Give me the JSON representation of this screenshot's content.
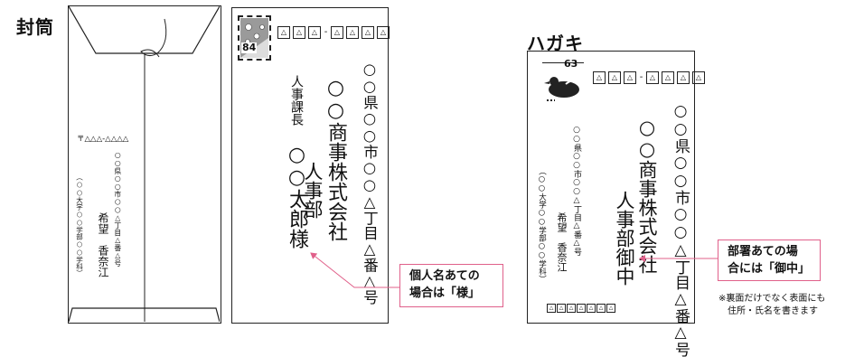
{
  "headings": {
    "envelope": "封筒",
    "postcard": "ハガキ"
  },
  "envelope_back": {
    "sender_zip": "〒△△△-△△△△",
    "sender_address": "○○県○○市○○△丁目△番△号",
    "sender_name": "希望　香奈江",
    "sender_affiliation": "（○○大学○○学部○○学科）"
  },
  "envelope_front": {
    "stamp_value": "84",
    "zip_cells": [
      "△",
      "△",
      "△",
      "-",
      "△",
      "△",
      "△",
      "△"
    ],
    "address": "○○県○○市○○△丁目△番△号",
    "company": "○○商事株式会社",
    "department": "人事部",
    "title": "人事課長",
    "name": "○○太郎様"
  },
  "postcard": {
    "stamp_value": "63",
    "zip_cells": [
      "△",
      "△",
      "△",
      "-",
      "△",
      "△",
      "△",
      "△"
    ],
    "address": "○○県○○市○○△丁目△番△号",
    "company": "○○商事株式会社",
    "department": "人事部御中",
    "sender_address": "○○県○○市○○△丁目△番△号",
    "sender_name": "希望　香奈江",
    "sender_affiliation": "（○○大学○○学部○○学科）",
    "sender_zip_cells": [
      "△",
      "△",
      "△",
      "△",
      "△",
      "△",
      "△"
    ]
  },
  "callouts": {
    "individual": [
      "個人名あての",
      "場合は「様」"
    ],
    "department": [
      "部署あての場",
      "合には「御中」"
    ]
  },
  "note": [
    "※裏面だけでなく表面にも",
    "住所・氏名を書きます"
  ],
  "colors": {
    "callout_border": "#e0608a",
    "arrow": "#e0608a"
  }
}
